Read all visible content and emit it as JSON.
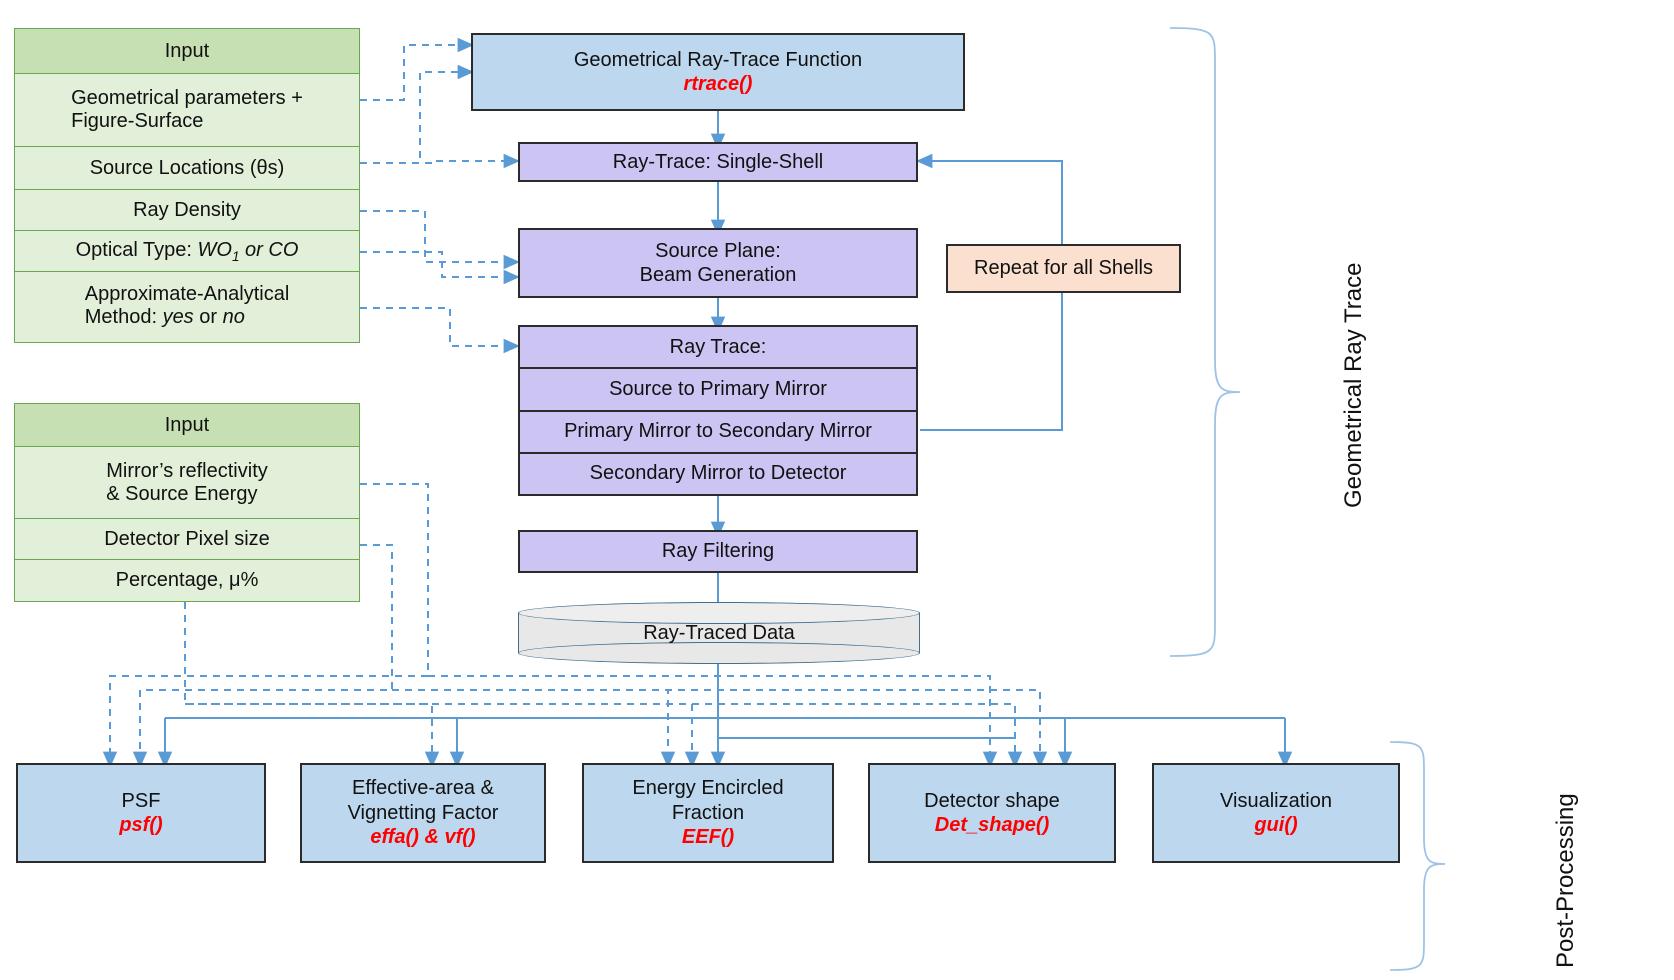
{
  "diagram": {
    "title": "Ray-trace software flowchart",
    "colors": {
      "green_header": "#c6e0b4",
      "green_body": "#e2efd9",
      "green_border": "#6aa84f",
      "blue_box": "#bdd7ee",
      "purple_box": "#ccc4f2",
      "peach_box": "#fbe0cf",
      "cylinder": "#e8e8e8",
      "box_border": "#2b2b2b",
      "arrow": "#5b9bd5",
      "function_text": "#ff0000"
    }
  },
  "input_tables": [
    {
      "header": "Input",
      "rows": [
        "Geometrical parameters +\nFigure-Surface",
        "Source Locations (θs)",
        "Ray Density",
        "Optical Type: WO₁ or CO",
        "Approximate-Analytical\nMethod: yes or no"
      ]
    },
    {
      "header": "Input",
      "rows": [
        "Mirror’s reflectivity\n& Source Energy",
        "Detector Pixel size",
        "Percentage, μ%"
      ]
    }
  ],
  "main_flow": {
    "ray_trace_function": {
      "line1": "Geometrical Ray-Trace Function",
      "fn": "rtrace()"
    },
    "single_shell": "Ray-Trace: Single-Shell",
    "source_plane": "Source Plane:\nBeam Generation",
    "ray_trace_stack": [
      "Ray Trace:",
      "Source to Primary Mirror",
      "Primary Mirror to Secondary Mirror",
      "Secondary Mirror to Detector"
    ],
    "ray_filtering": "Ray Filtering",
    "ray_traced_data": "Ray-Traced Data",
    "repeat_shells": "Repeat for all Shells"
  },
  "outputs": [
    {
      "title": "PSF",
      "fn": "psf()"
    },
    {
      "title": "Effective-area &\nVignetting Factor",
      "fn": "effa() & vf()"
    },
    {
      "title": "Energy Encircled\nFraction",
      "fn": "EEF()"
    },
    {
      "title": "Detector shape",
      "fn": "Det_shape()"
    },
    {
      "title": "Visualization",
      "fn": "gui()"
    }
  ],
  "side_labels": {
    "upper": "Geometrical Ray Trace",
    "lower": "Post-Processing"
  }
}
